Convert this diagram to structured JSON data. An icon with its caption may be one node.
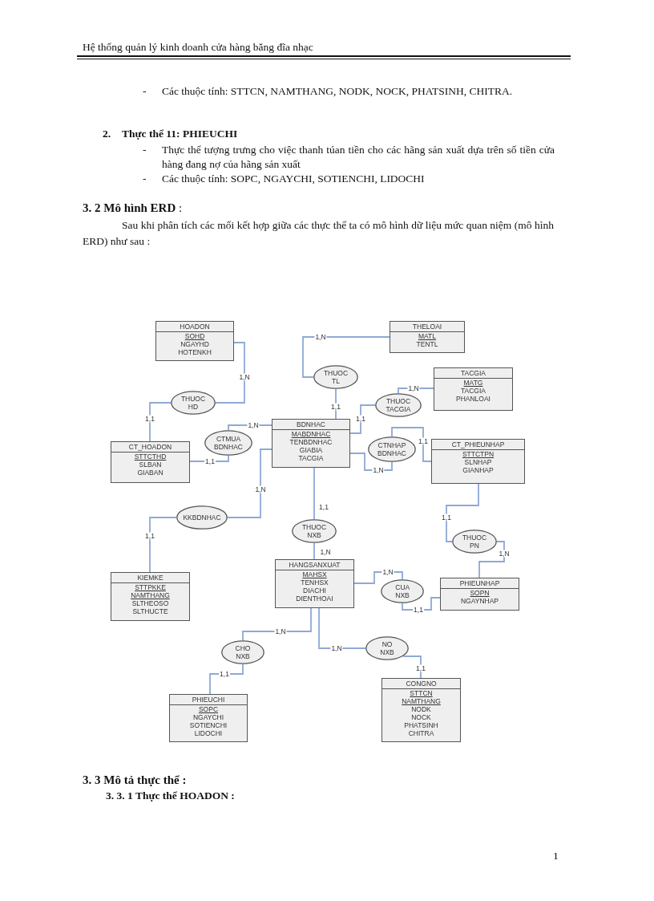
{
  "diagram": {
    "nodes": [
      {
        "text": [
          "HOADON",
          "SOHD",
          "NGAYHD",
          "HOTENKH"
        ]
      },
      {
        "text": [
          "THELOAI",
          "MATL",
          "TENTL"
        ]
      },
      {
        "text": [
          "THUOC TL"
        ]
      },
      {
        "text": [
          "TACGIA",
          "MATG",
          "TACGIA",
          "PHANLOAI"
        ]
      },
      {
        "text": [
          "THUOC HD"
        ]
      },
      {
        "text": [
          "THUOC TACGIA"
        ]
      },
      {
        "text": [
          "BDNHAC",
          "MABDNHAC",
          "TENBDNHAC",
          "GIABIA",
          "TACGIA"
        ]
      },
      {
        "text": [
          "CTMUA BDNHAC"
        ]
      },
      {
        "text": [
          "CTNHAP BDNHAC"
        ]
      },
      {
        "text": [
          "CT_HOADON",
          "STTCTHD",
          "SLBAN",
          "GIABAN"
        ]
      },
      {
        "text": [
          "CT_PHIEUNHAP",
          "STTCTPN",
          "SLNHAP",
          "GIANHAP"
        ]
      },
      {
        "text": [
          "KKBDNHAC"
        ]
      },
      {
        "text": [
          "THUOC NXB"
        ]
      },
      {
        "text": [
          "THUOC PN"
        ]
      },
      {
        "text": [
          "KIEMKE",
          "STTPKKE",
          "NAMTHANG",
          "SLTHEOSO",
          "SLTHUCTE"
        ]
      },
      {
        "text": [
          "HANGSANXUAT",
          "MAHSX",
          "TENHSX",
          "DIACHI",
          "DIENTHOAI"
        ]
      },
      {
        "text": [
          "CUA NXB"
        ]
      },
      {
        "text": [
          "PHIEUNHAP",
          "SOPN",
          "NGAYNHAP"
        ]
      },
      {
        "text": [
          "CHO NXB"
        ]
      },
      {
        "text": [
          "NO NXB"
        ]
      },
      {
        "text": [
          "PHIEUCHI",
          "SOPC",
          "NGAYCHI",
          "SOTIENCHI",
          "LIDOCHI"
        ]
      },
      {
        "text": [
          "CONGNO",
          "STTCN",
          "NAMTHANG",
          "NODK",
          "NOCK",
          "PHATSINH",
          "CHITRA"
        ]
      }
    ],
    "edges": [
      {
        "from": 4,
        "to": 0,
        "arrow": "none",
        "label": "1,N"
      },
      {
        "from": 4,
        "to": 9,
        "arrow": "none",
        "label": "1,1"
      },
      {
        "from": 2,
        "to": 1,
        "arrow": "none",
        "label": "1,N"
      },
      {
        "from": 2,
        "to": 6,
        "arrow": "none",
        "label": "1,1"
      },
      {
        "from": 5,
        "to": 3,
        "arrow": "none",
        "label": "1,N"
      },
      {
        "from": 5,
        "to": 6,
        "arrow": "none",
        "label": "1,1"
      },
      {
        "from": 7,
        "to": 6,
        "arrow": "none",
        "label": "1,N"
      },
      {
        "from": 7,
        "to": 9,
        "arrow": "none",
        "label": "1,1"
      },
      {
        "from": 8,
        "to": 10,
        "arrow": "none",
        "label": "1,1"
      },
      {
        "from": 8,
        "to": 6,
        "arrow": "none",
        "label": "1,N"
      },
      {
        "from": 11,
        "to": 6,
        "arrow": "none",
        "label": "1,N"
      },
      {
        "from": 11,
        "to": 14,
        "arrow": "none",
        "label": "1,1"
      },
      {
        "from": 12,
        "to": 6,
        "arrow": "none",
        "label": "1,1"
      },
      {
        "from": 12,
        "to": 15,
        "arrow": "none",
        "label": "1,N"
      },
      {
        "from": 13,
        "to": 10,
        "arrow": "none",
        "label": "1,1"
      },
      {
        "from": 13,
        "to": 17,
        "arrow": "none",
        "label": "1,N"
      },
      {
        "from": 16,
        "to": 15,
        "arrow": "none",
        "label": "1,N"
      },
      {
        "from": 16,
        "to": 17,
        "arrow": "none",
        "label": "1,1"
      },
      {
        "from": 18,
        "to": 15,
        "arrow": "none",
        "label": "1,N"
      },
      {
        "from": 18,
        "to": 20,
        "arrow": "none",
        "label": "1,1"
      },
      {
        "from": 19,
        "to": 15,
        "arrow": "none",
        "label": "1,N"
      },
      {
        "from": 19,
        "to": 21,
        "arrow": "none",
        "label": "1,1"
      }
    ],
    "labels": [
      "Hệ thống quản lý kinh doanh cửa hàng băng đĩa nhạc",
      "-",
      "Các thuộc tính: STTCN, NAMTHANG, NODK, NOCK, PHATSINH, CHITRA.",
      "2.",
      "Thực thể 11: PHIEUCHI",
      "-",
      "Thực thể tượng trưng cho việc thanh túan tiền cho các hãng sản xuất dựa trên số tiền cửa hàng đang nợ của hãng sản xuất",
      "-",
      "Các thuộc tính: SOPC, NGAYCHI, SOTIENCHI, LIDOCHI",
      "**3. 2 Mô hình ERD** :",
      "Sau khi phân tích các mối kết hợp giữa các thực thể ta có mô hình dữ liệu mức quan niệm (mô hình ERD) như sau :",
      "3. 3 Mô tả thực thể :",
      "3. 3. 1 Thực thể HOADON :",
      "1"
    ]
  }
}
